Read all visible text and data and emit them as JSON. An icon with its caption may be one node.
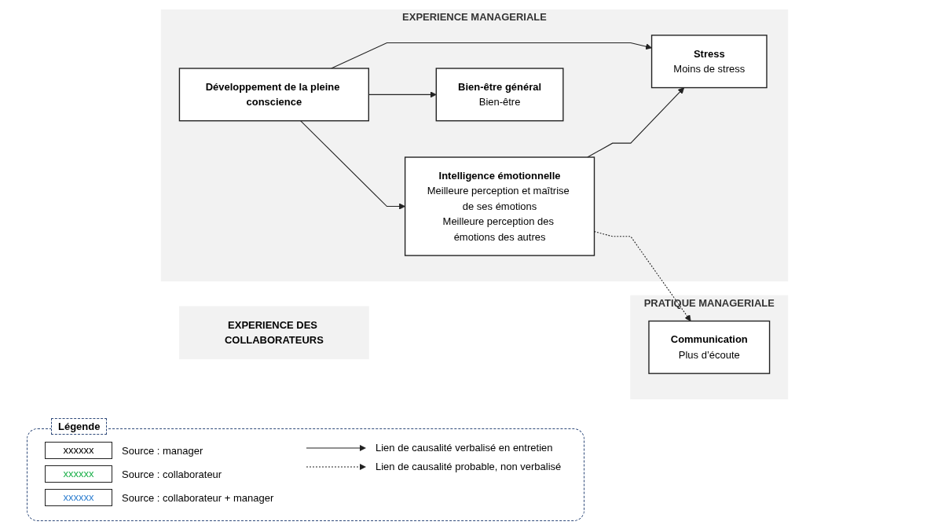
{
  "diagram": {
    "nodes": [
      {
        "text": [
          "EXPERIENCE MANAGERIALE"
        ]
      },
      {
        "text": [
          "Développement de la pleine conscience"
        ],
        "in": 0
      },
      {
        "text": [
          "Intelligence émotionnelle",
          "Meilleure perception et maîtrise de ses émotions",
          "Meilleure perception des émotions des autres"
        ],
        "in": 0
      },
      {
        "text": [
          "Stress",
          "Moins de stress"
        ],
        "in": 0
      },
      {
        "text": [
          "Bien-être général",
          "Bien-être"
        ],
        "in": 0
      },
      {
        "text": [
          "PRATIQUE MANAGERIALE"
        ]
      },
      {
        "text": [
          "Communication",
          "Plus d’écoute"
        ],
        "in": 5
      },
      {
        "text": [
          "EXPERIENCE DES COLLABORATEURS"
        ]
      }
    ],
    "edges": [
      {
        "from": 1,
        "to": 2,
        "arrow": "to"
      },
      {
        "from": 1,
        "to": 3,
        "arrow": "to"
      },
      {
        "from": 1,
        "to": 4,
        "arrow": "to"
      },
      {
        "from": 2,
        "to": 3,
        "arrow": "to"
      },
      {
        "from": 2,
        "to": 6,
        "arrow": "to",
        "style": "dashed"
      }
    ],
    "labels": [
      "Légende",
      "xxxxxx",
      "xxxxxx",
      "xxxxxx"
    ],
    "legend": [
      {
        "text": "Source : manager",
        "color": "#000000"
      },
      {
        "text": "Source : collaborateur",
        "color": "#1db04b"
      },
      {
        "text": "Source : collaborateur + manager",
        "color": "#2f7fd0"
      },
      {
        "text": "Lien de causalité verbalisé en entretien"
      },
      {
        "text": "Lien de causalité probable, non verbalisé"
      }
    ]
  }
}
